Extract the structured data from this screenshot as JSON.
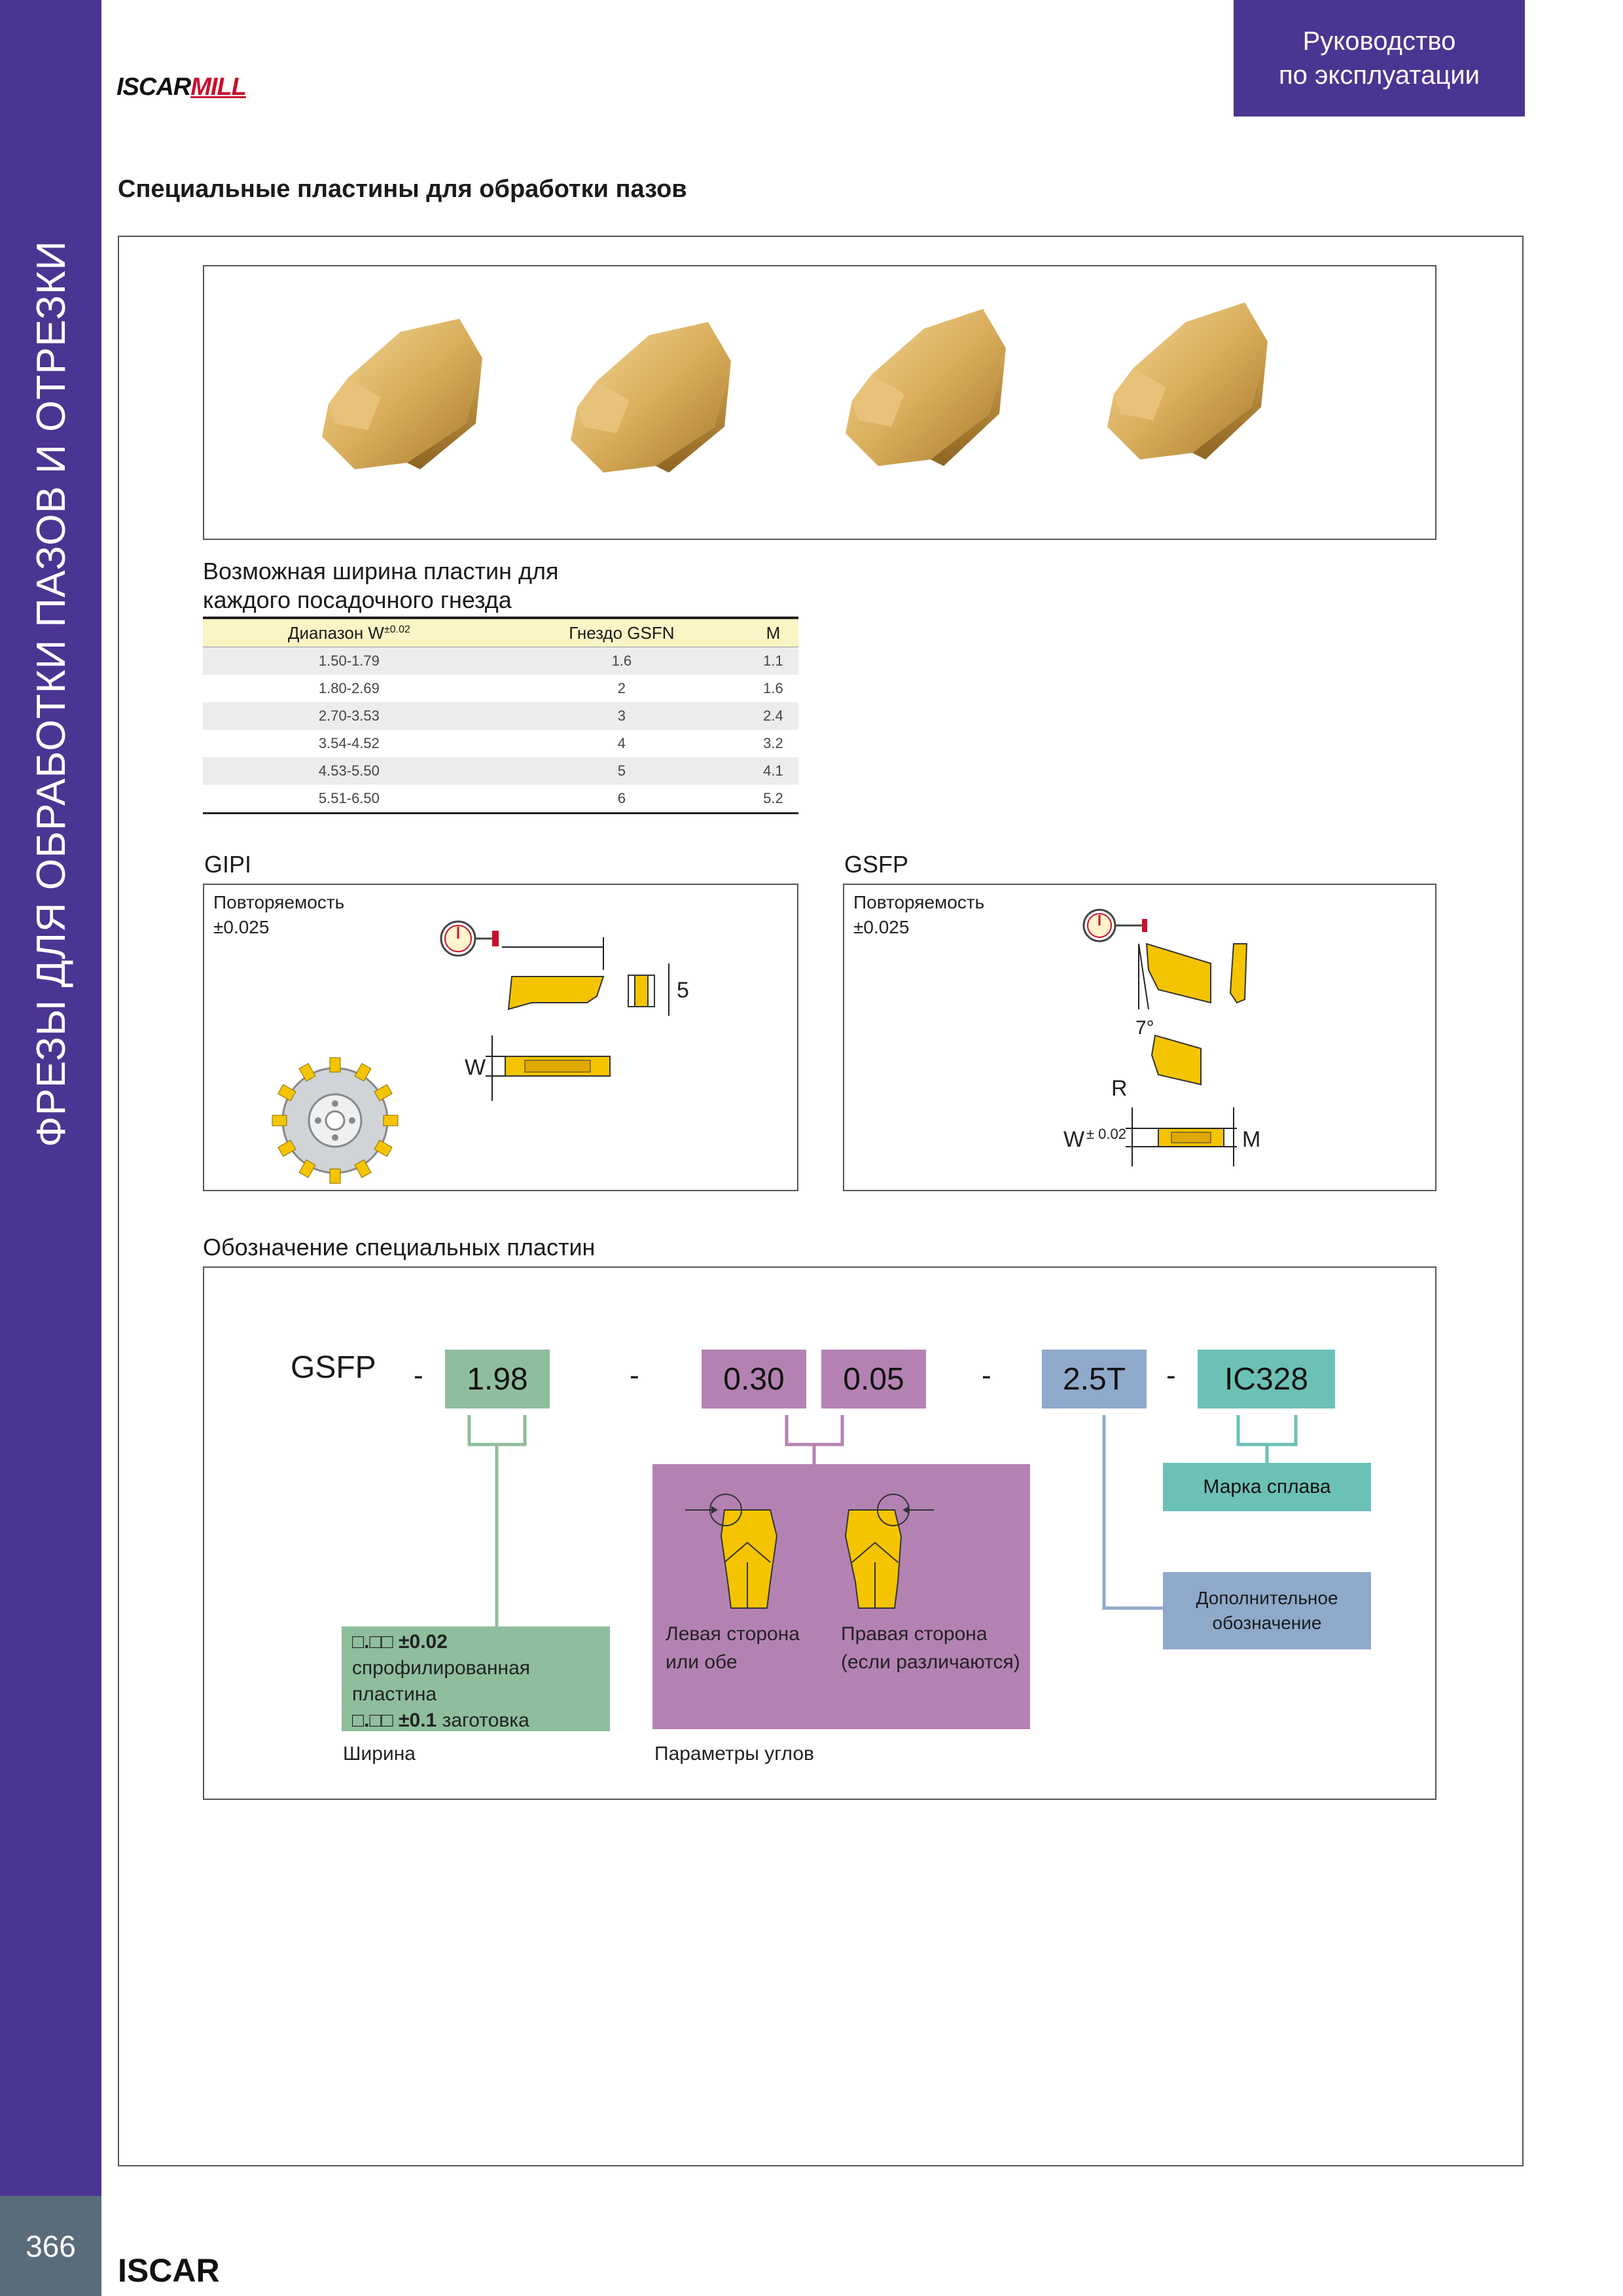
{
  "side_title": "ФРЕЗЫ ДЛЯ ОБРАБОТКИ ПАЗОВ И ОТРЕЗКИ",
  "manual_badge": {
    "line1": "Руководство",
    "line2": "по эксплуатации"
  },
  "logo": {
    "part1": "ISCAR",
    "part2": "MILL"
  },
  "section_heading": "Специальные пластины для обработки пазов",
  "table": {
    "title_line1": "Возможная ширина пластин для",
    "title_line2": "каждого посадочного гнезда",
    "headers": {
      "range": "Диапазон W",
      "tol": "±0.02",
      "pocket": "Гнездо GSFN",
      "m": "M"
    },
    "rows": [
      [
        "1.50-1.79",
        "1.6",
        "1.1"
      ],
      [
        "1.80-2.69",
        "2",
        "1.6"
      ],
      [
        "2.70-3.53",
        "3",
        "2.4"
      ],
      [
        "3.54-4.52",
        "4",
        "3.2"
      ],
      [
        "4.53-5.50",
        "5",
        "4.1"
      ],
      [
        "5.51-6.50",
        "6",
        "5.2"
      ]
    ]
  },
  "gipi": {
    "title": "GIPI",
    "rep_line1": "Повторяемость",
    "rep_line2": "±0.025",
    "dim_5": "5",
    "dim_w": "W"
  },
  "gsfp": {
    "title": "GSFP",
    "rep_line1": "Повторяемость",
    "rep_line2": "±0.025",
    "dim_7": "7°",
    "dim_r": "R",
    "dim_w": "W",
    "dim_w_tol": "± 0.02",
    "dim_m": "M"
  },
  "codes": {
    "title": "Обозначение специальных пластин",
    "prefix": "GSFP",
    "dash": "-",
    "width": "1.98",
    "angle_left": "0.30",
    "angle_right": "0.05",
    "extra": "2.5T",
    "grade": "IC328",
    "grade_label": "Марка сплава",
    "extra_label_line1": "Дополнительное",
    "extra_label_line2": "обозначение",
    "width_note": {
      "sym": "□.□□",
      "tol1": "±0.02",
      "line2": "спрофилированная",
      "line3": "пластина",
      "tol2": "±0.1",
      "blank": "заготовка"
    },
    "left_side_line1": "Левая сторона",
    "left_side_line2": "или обе",
    "right_side_line1": "Правая сторона",
    "right_side_line2": "(если различаются)",
    "width_caption": "Ширина",
    "angle_caption": "Параметры углов"
  },
  "page_number": "366",
  "footer_brand": "ISCAR",
  "colors": {
    "purple": "#4b3592",
    "green": "#8fbe9d",
    "mauve": "#b482b2",
    "blue": "#8fa9cb",
    "teal": "#6cc1b7",
    "gold": "#f5c400"
  }
}
